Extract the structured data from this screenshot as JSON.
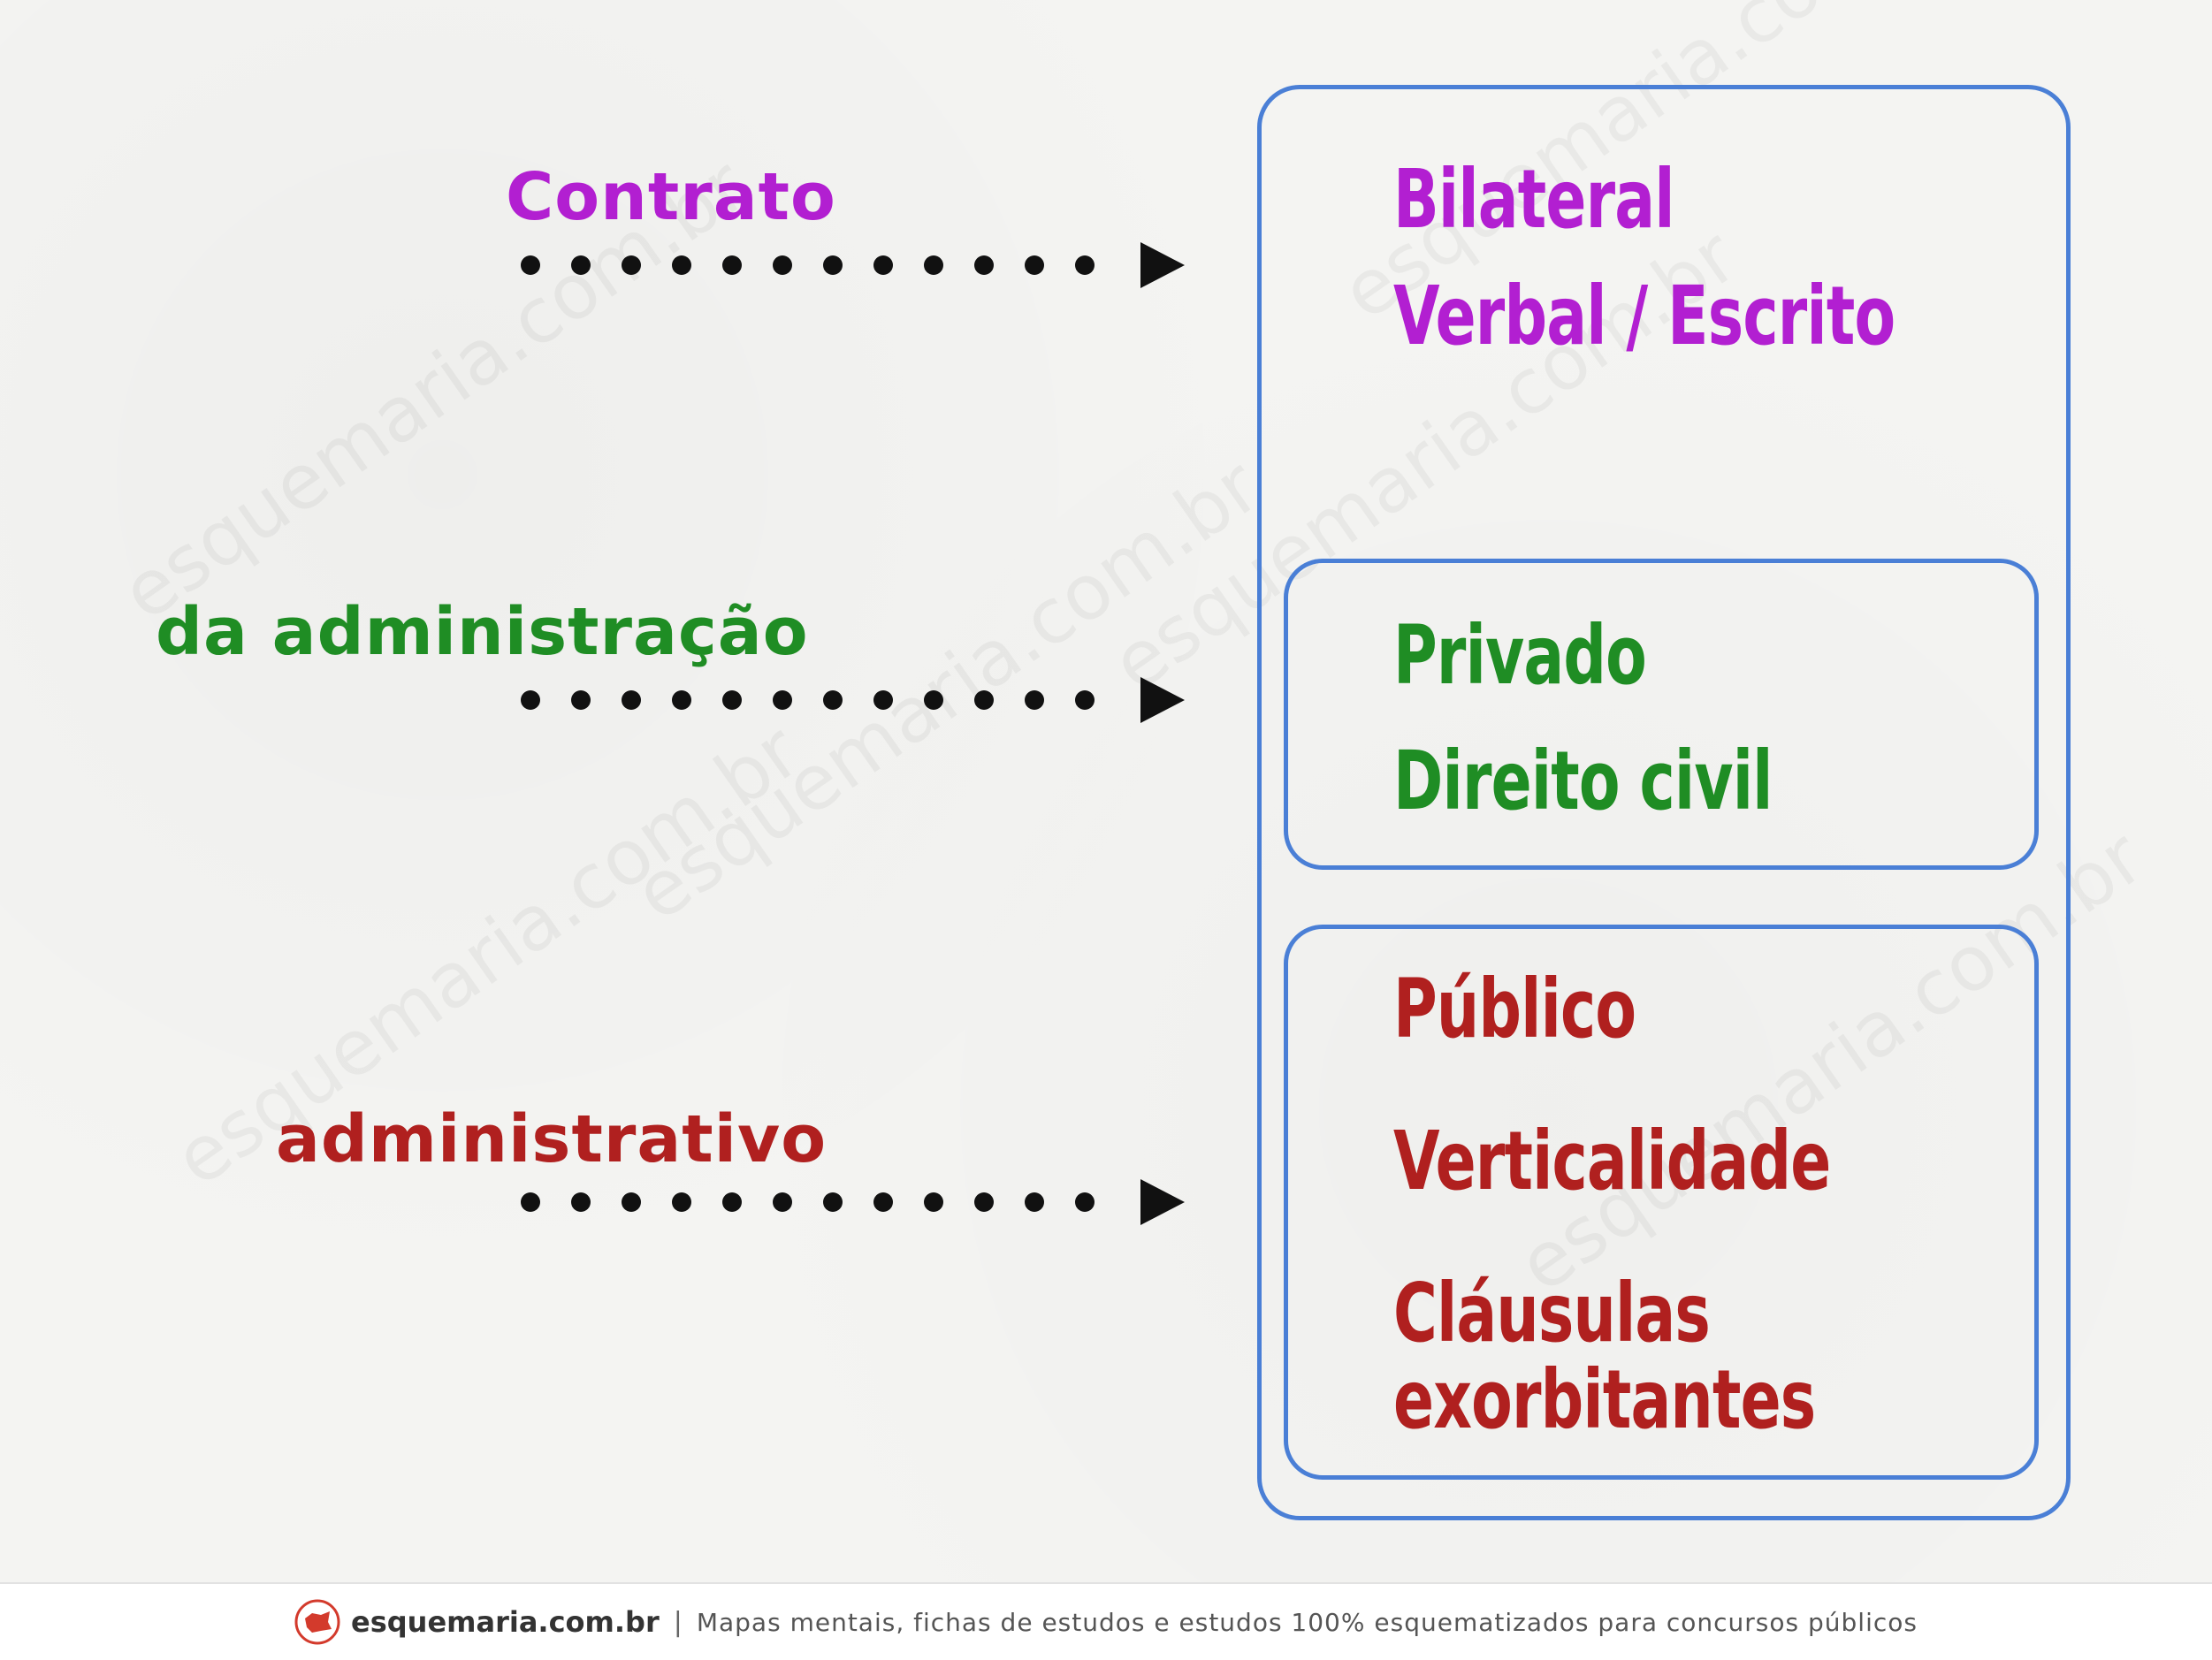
{
  "colors": {
    "purple": "#b21fd1",
    "green": "#1f8d24",
    "red": "#b0201f",
    "box_border": "#4a7fd6",
    "arrow": "#111111"
  },
  "left_labels": {
    "contrato": "Contrato",
    "da_administracao": "da administração",
    "administrativo": "administrativo"
  },
  "outer_box": {
    "bilateral": "Bilateral",
    "verbal_escrito": "Verbal / Escrito"
  },
  "private_box": {
    "privado": "Privado",
    "direito_civil": "Direito civil"
  },
  "public_box": {
    "publico": "Público",
    "verticalidade": "Verticalidade",
    "clausulas": "Cláusulas",
    "exorbitantes": "exorbitantes"
  },
  "watermark": "esquemaria.com.br",
  "footer": {
    "brand": "esquemaria.com.br",
    "separator": "|",
    "tagline": "Mapas mentais, fichas de estudos e estudos 100% esquematizados para concursos públicos",
    "logo_icon": "esquemaria-logo-icon"
  }
}
